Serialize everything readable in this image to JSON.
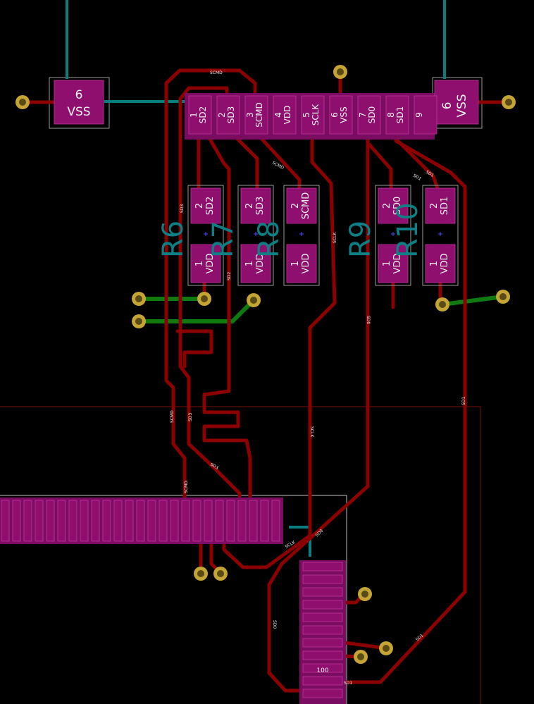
{
  "colors": {
    "background": "#000000",
    "track_front": "#8b0000",
    "track_green": "#0f7a0f",
    "track_teal": "#0a7e7e",
    "pad": "#8f0f6e",
    "pad_border": "#c0349a",
    "via": "#c4a434",
    "silkscreen": "#e8e8e8",
    "reference": "#0f7f86"
  },
  "connector": {
    "left_shield": {
      "num": "6",
      "name": "VSS"
    },
    "right_shield": {
      "num": "6",
      "name": "VSS"
    },
    "pins": [
      {
        "num": "1",
        "name": "SD2"
      },
      {
        "num": "2",
        "name": "SD3"
      },
      {
        "num": "3",
        "name": "SCMD"
      },
      {
        "num": "4",
        "name": "VDD"
      },
      {
        "num": "5",
        "name": "SCLK"
      },
      {
        "num": "6",
        "name": "VSS"
      },
      {
        "num": "7",
        "name": "SD0"
      },
      {
        "num": "8",
        "name": "SD1"
      },
      {
        "num": "9",
        "name": ""
      }
    ]
  },
  "resistors": [
    {
      "ref": "R6",
      "top": {
        "num": "2",
        "name": "SD2"
      },
      "bottom": {
        "num": "1",
        "name": "VDD"
      }
    },
    {
      "ref": "R7",
      "top": {
        "num": "2",
        "name": "SD3"
      },
      "bottom": {
        "num": "1",
        "name": "VDD"
      }
    },
    {
      "ref": "R8",
      "top": {
        "num": "2",
        "name": "SCMD"
      },
      "bottom": {
        "num": "1",
        "name": "VDD"
      }
    },
    {
      "ref": "R9",
      "top": {
        "num": "2",
        "name": "SD0"
      },
      "bottom": {
        "num": "1",
        "name": "VDD"
      }
    },
    {
      "ref": "R10",
      "top": {
        "num": "2",
        "name": "SD1"
      },
      "bottom": {
        "num": "1",
        "name": "VDD"
      }
    }
  ],
  "net_labels": {
    "scmd": "SCMD",
    "sd3": "SD3",
    "sd2": "SD2",
    "sclk": "SCLK",
    "sd0": "SD0",
    "sd1": "SD1"
  },
  "bottom_pads": {
    "last": "100"
  }
}
